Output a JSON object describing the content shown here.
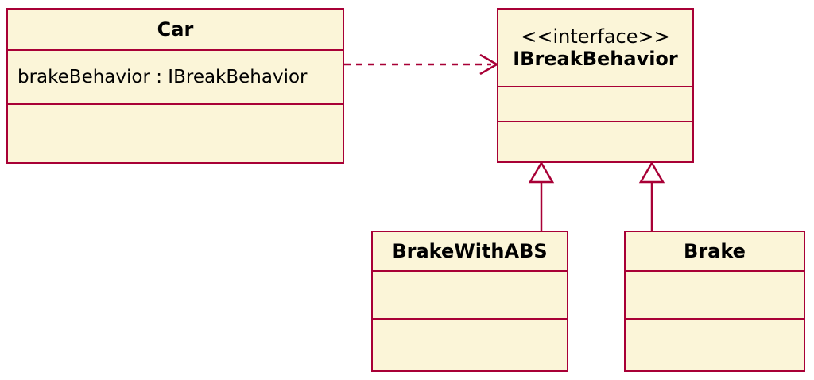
{
  "diagram_type": "uml-class-diagram",
  "colors": {
    "box_fill": "#FBF5D8",
    "box_border": "#A80036",
    "connector": "#A80036",
    "text": "#000000",
    "background": "#FFFFFF"
  },
  "classes": {
    "car": {
      "name": "Car",
      "attributes": [
        "brakeBehavior : IBreakBehavior"
      ]
    },
    "ibreakbehavior": {
      "stereotype": "<<interface>>",
      "name": "IBreakBehavior"
    },
    "brakewithabs": {
      "name": "BrakeWithABS"
    },
    "brake": {
      "name": "Brake"
    }
  },
  "relations": [
    {
      "from": "Car",
      "to": "IBreakBehavior",
      "type": "dependency",
      "line": "dashed",
      "arrowhead": "open"
    },
    {
      "from": "BrakeWithABS",
      "to": "IBreakBehavior",
      "type": "realization",
      "line": "solid",
      "arrowhead": "hollow-triangle"
    },
    {
      "from": "Brake",
      "to": "IBreakBehavior",
      "type": "realization",
      "line": "solid",
      "arrowhead": "hollow-triangle"
    }
  ]
}
